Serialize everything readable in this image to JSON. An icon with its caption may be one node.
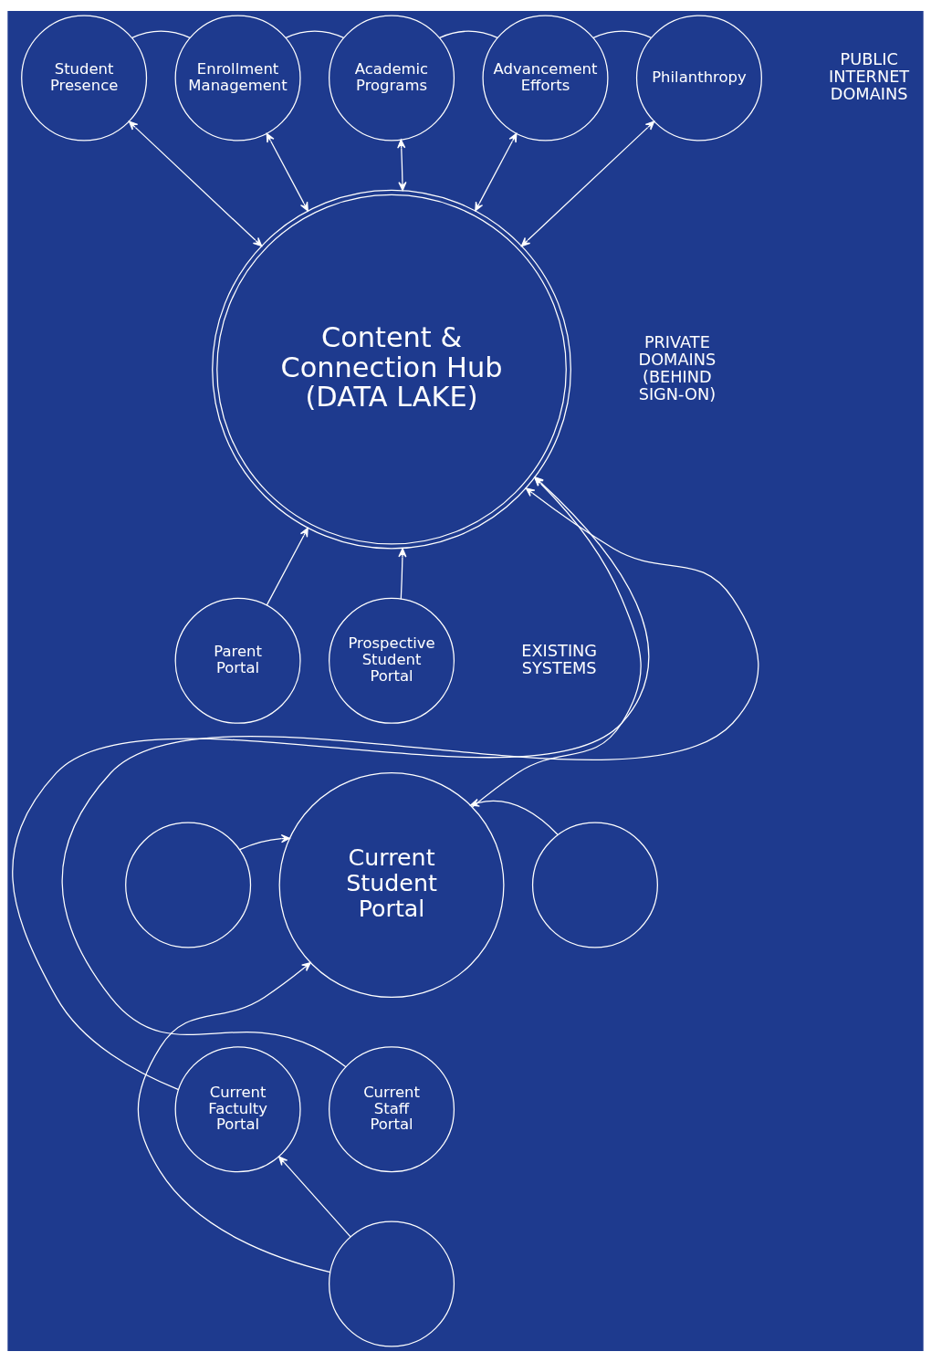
{
  "diagram": {
    "nodes": [
      {
        "text": [
          "Student Presence"
        ]
      },
      {
        "text": [
          "Enrollment Management"
        ]
      },
      {
        "text": [
          "Academic Programs"
        ]
      },
      {
        "text": [
          "Advancement Efforts"
        ]
      },
      {
        "text": [
          "Philanthropy"
        ]
      },
      {
        "text": [
          "Content & Connection Hub",
          "(DATA LAKE)"
        ]
      },
      {
        "text": [
          "Parent Portal"
        ]
      },
      {
        "text": [
          "Prospective Student Portal"
        ]
      },
      {
        "text": [],
        "shape": "circle"
      },
      {
        "text": [
          "Current Student Portal"
        ]
      },
      {
        "text": [],
        "shape": "circle"
      },
      {
        "text": [
          "Current Factulty Portal"
        ]
      },
      {
        "text": [
          "Current Staff Portal"
        ]
      },
      {
        "text": [],
        "shape": "circle"
      }
    ],
    "edges": [
      {
        "from": 0,
        "to": 1,
        "arrow": "none"
      },
      {
        "from": 1,
        "to": 2,
        "arrow": "none"
      },
      {
        "from": 2,
        "to": 3,
        "arrow": "none"
      },
      {
        "from": 3,
        "to": 4,
        "arrow": "none"
      },
      {
        "from": 0,
        "to": 5,
        "arrow": "both"
      },
      {
        "from": 1,
        "to": 5,
        "arrow": "both"
      },
      {
        "from": 2,
        "to": 5,
        "arrow": "both"
      },
      {
        "from": 3,
        "to": 5,
        "arrow": "both"
      },
      {
        "from": 4,
        "to": 5,
        "arrow": "both"
      },
      {
        "from": 11,
        "to": 5,
        "arrow": "to"
      },
      {
        "from": 6,
        "to": 5,
        "arrow": "to"
      },
      {
        "from": 9,
        "to": 5,
        "arrow": "to"
      },
      {
        "from": 7,
        "to": 5,
        "arrow": "to"
      },
      {
        "from": 12,
        "to": 5,
        "arrow": "to"
      },
      {
        "from": 8,
        "to": 9,
        "arrow": "to"
      },
      {
        "from": 10,
        "to": 9,
        "arrow": "to"
      },
      {
        "from": 13,
        "to": 9,
        "arrow": "to"
      },
      {
        "from": 13,
        "to": 11,
        "arrow": "to"
      }
    ],
    "labels": [
      "PUBLIC INTERNET DOMAINS",
      "PRIVATE DOMAINS (BEHIND SIGN-ON)",
      "EXISTING SYSTEMS"
    ]
  }
}
